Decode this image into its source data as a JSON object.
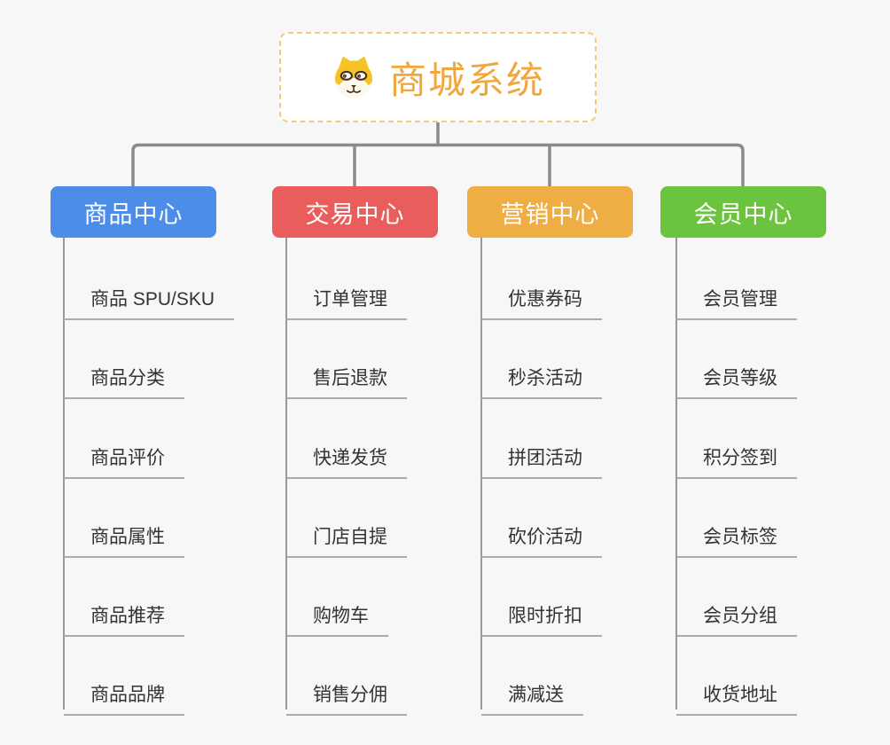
{
  "page": {
    "background": "#f7f7f7"
  },
  "root": {
    "title": "商城系统",
    "text_color": "#f0a73e",
    "border_color": "#f6ca7e",
    "icon": "dog-icon"
  },
  "connector_color": "#8a8a8a",
  "leaf_line_color": "#ababab",
  "branches": [
    {
      "label": "商品中心",
      "color": "#4b8de8",
      "items": [
        "商品 SPU/SKU",
        "商品分类",
        "商品评价",
        "商品属性",
        "商品推荐",
        "商品品牌"
      ]
    },
    {
      "label": "交易中心",
      "color": "#e95d5d",
      "items": [
        "订单管理",
        "售后退款",
        "快递发货",
        "门店自提",
        "购物车",
        "销售分佣"
      ]
    },
    {
      "label": "营销中心",
      "color": "#efae44",
      "items": [
        "优惠券码",
        "秒杀活动",
        "拼团活动",
        "砍价活动",
        "限时折扣",
        "满减送"
      ]
    },
    {
      "label": "会员中心",
      "color": "#6cc33e",
      "items": [
        "会员管理",
        "会员等级",
        "积分签到",
        "会员标签",
        "会员分组",
        "收货地址"
      ]
    }
  ]
}
